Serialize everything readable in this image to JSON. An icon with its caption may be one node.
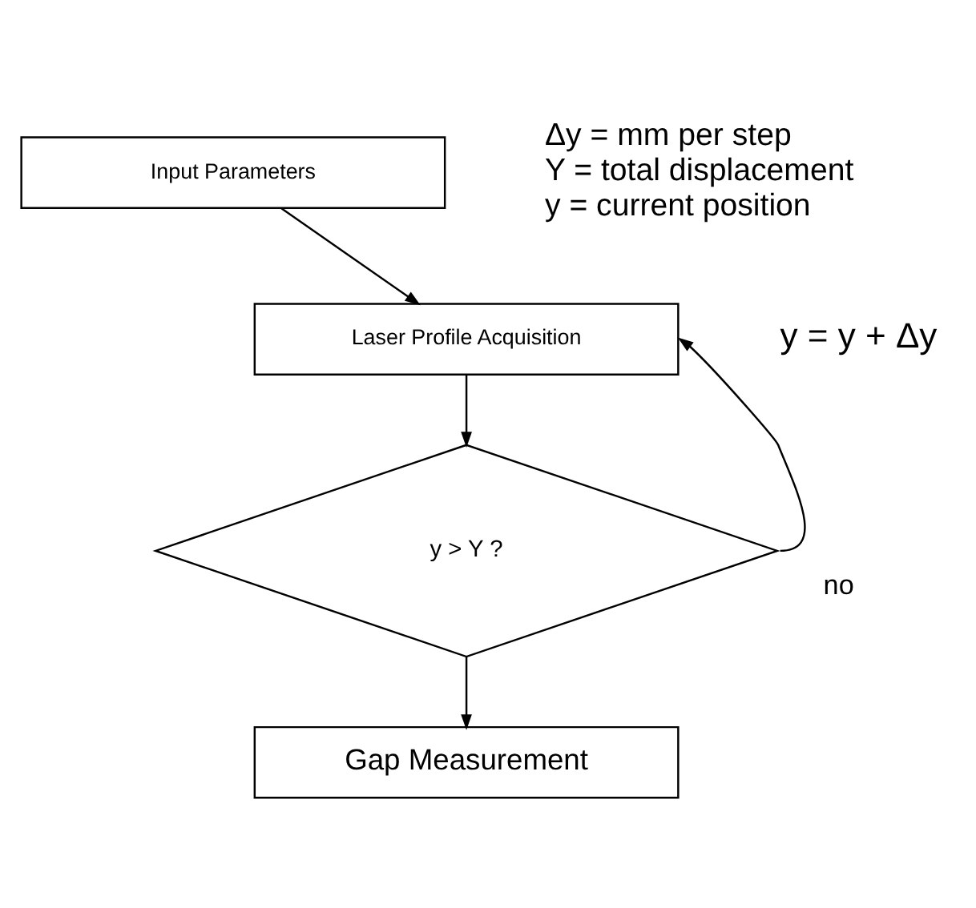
{
  "diagram": {
    "nodes": [
      {
        "text": [
          "Input Parameters"
        ]
      },
      {
        "text": [
          "Laser Profile Acquisition"
        ]
      },
      {
        "text": [
          "y > Y ?"
        ]
      },
      {
        "text": [
          "Gap Measurement"
        ]
      }
    ],
    "edges": [
      {
        "from": 0,
        "to": 1,
        "arrow": "to"
      },
      {
        "from": 1,
        "to": 2,
        "arrow": "to"
      },
      {
        "from": 2,
        "to": 3,
        "arrow": "to"
      },
      {
        "from": 2,
        "to": 1,
        "arrow": "to",
        "label": "no"
      }
    ],
    "labels": [
      "Δy = mm per step",
      "Y = total displacement",
      "y = current position",
      "y = y + Δy"
    ]
  }
}
